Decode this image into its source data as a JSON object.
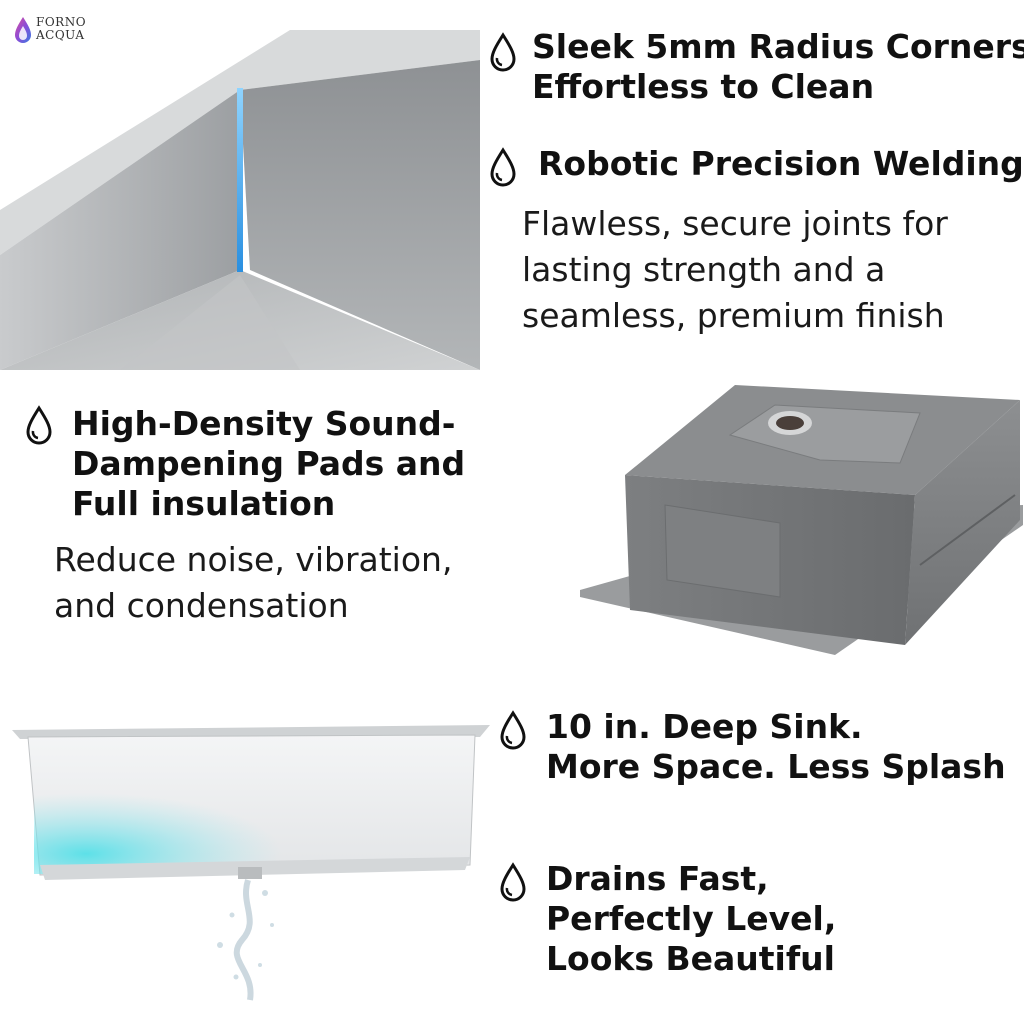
{
  "logo": {
    "line1": "FORNO",
    "line2": "ACQUA"
  },
  "features": [
    {
      "title_lines": [
        "Sleek 5mm Radius Corners",
        "Effortless to Clean"
      ],
      "body_lines": []
    },
    {
      "title_lines": [
        "Robotic Precision Welding"
      ],
      "body_lines": [
        "Flawless, secure joints for",
        "lasting strength and a",
        "seamless, premium finish"
      ]
    },
    {
      "title_lines": [
        "High-Density Sound-",
        "Dampening Pads and",
        "Full insulation"
      ],
      "body_lines": [
        "Reduce noise, vibration,",
        "and condensation"
      ]
    },
    {
      "title_lines": [
        "10 in. Deep Sink.",
        "More Space. Less Splash"
      ],
      "body_lines": []
    },
    {
      "title_lines": [
        "Drains Fast,",
        "Perfectly Level,",
        "Looks Beautiful"
      ],
      "body_lines": []
    }
  ],
  "colors": {
    "accent_blue": "#3aa6e8",
    "steel": "#a7aaad",
    "text": "#111111"
  },
  "icons": {
    "feature_bullet": "water-drop-icon",
    "brand": "flame-drop-logo-icon"
  }
}
